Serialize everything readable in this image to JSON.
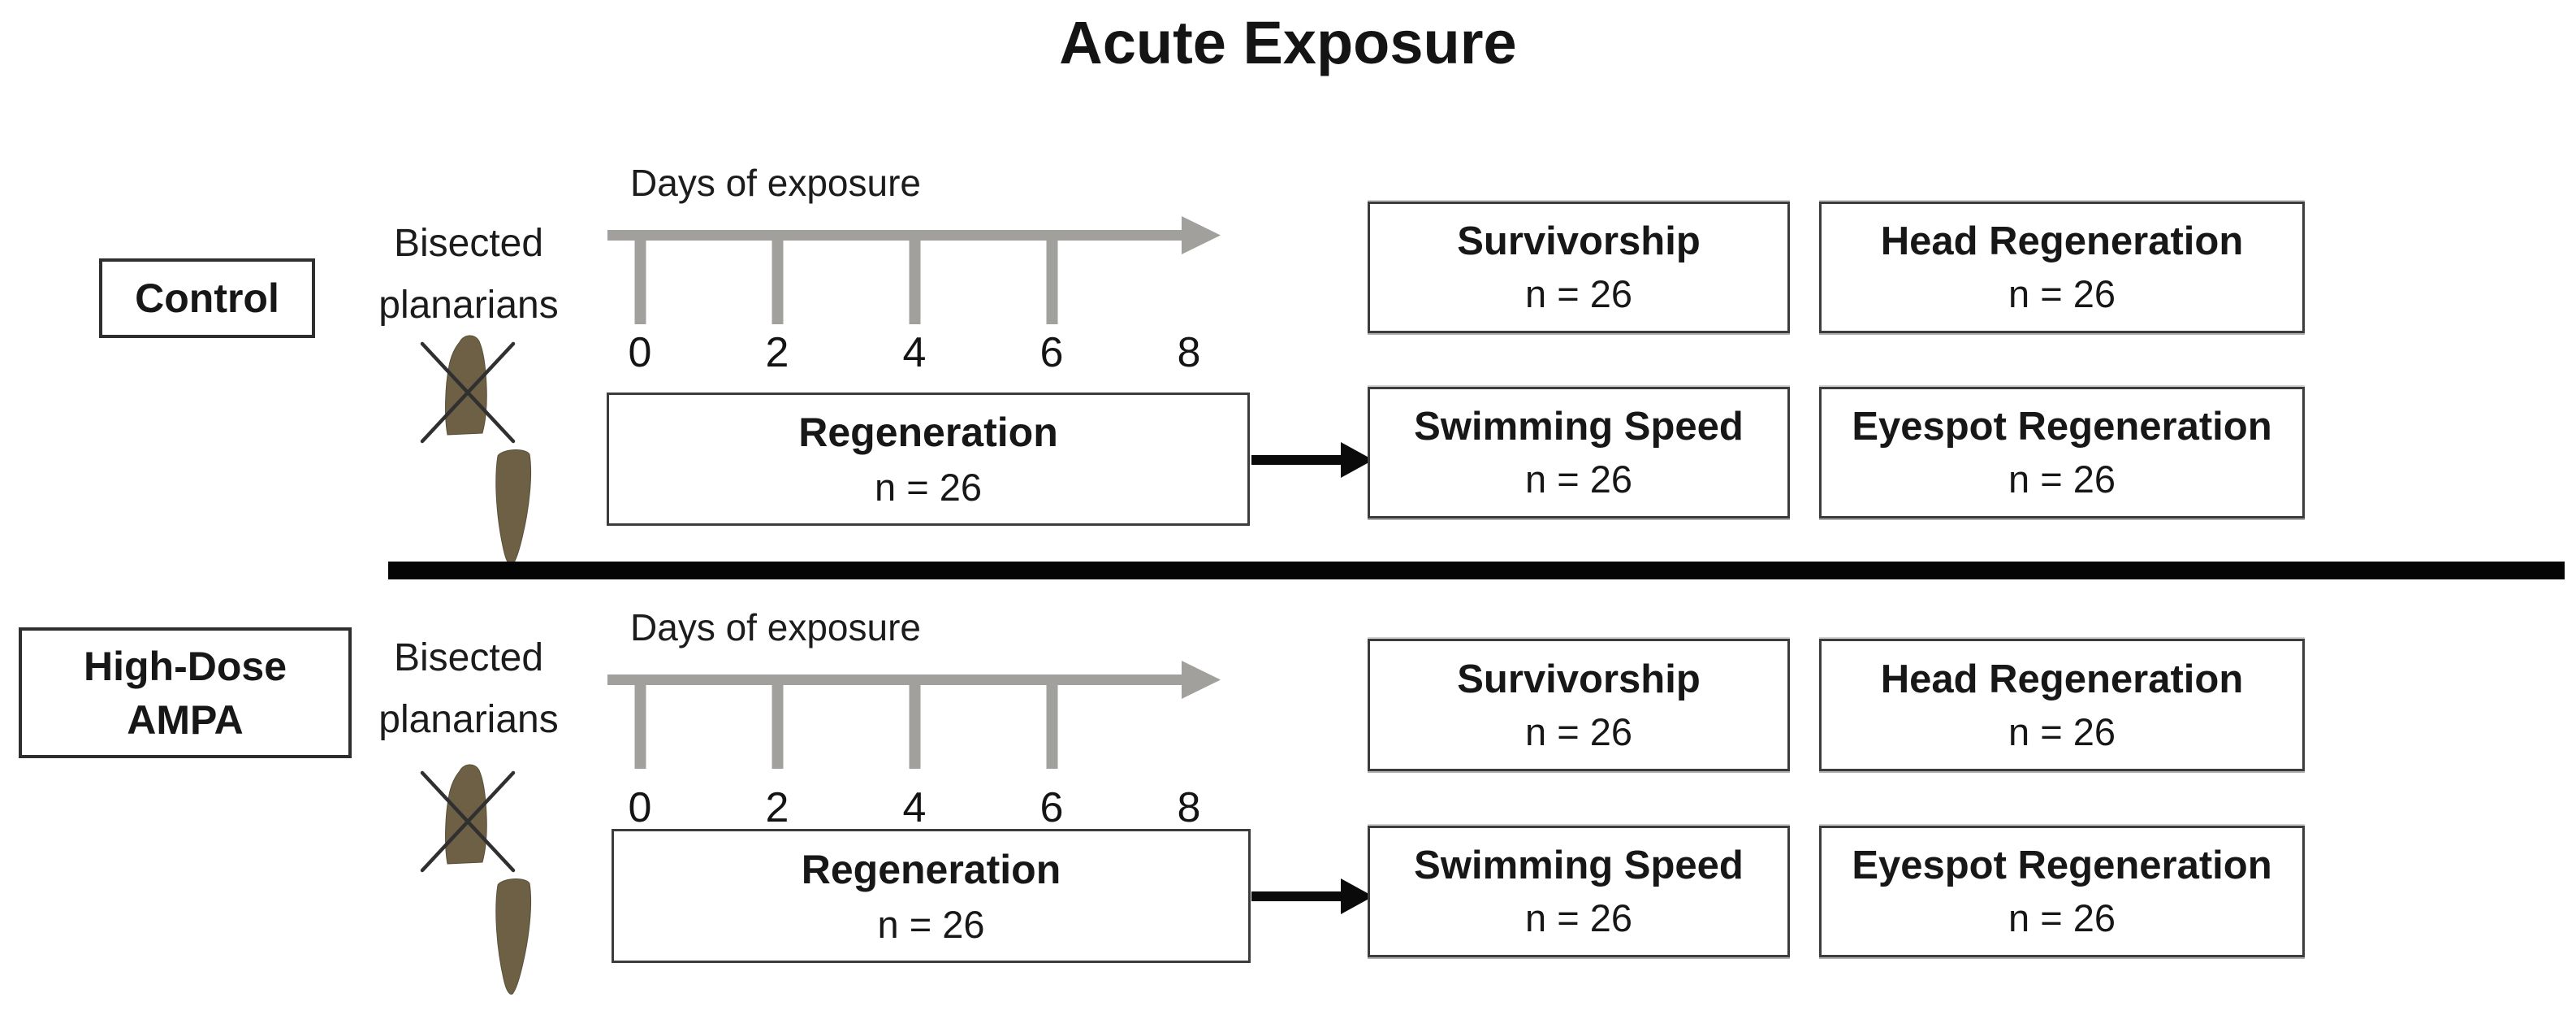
{
  "title": "Acute Exposure",
  "rows": [
    {
      "group": {
        "lines": [
          "Control"
        ]
      },
      "specimen_label": {
        "line1": "Bisected",
        "line2": "planarians"
      },
      "timeline": {
        "label": "Days of exposure",
        "tick_labels": [
          "0",
          "2",
          "4",
          "6",
          "8"
        ]
      },
      "regeneration_box": {
        "title": "Regeneration",
        "n": "n = 26"
      },
      "outcome_boxes": [
        {
          "title": "Survivorship",
          "n": "n = 26"
        },
        {
          "title": "Head Regeneration",
          "n": "n = 26"
        },
        {
          "title": "Swimming Speed",
          "n": "n = 26"
        },
        {
          "title": "Eyespot Regeneration",
          "n": "n = 26"
        }
      ]
    },
    {
      "group": {
        "lines": [
          "High-Dose",
          "AMPA"
        ]
      },
      "specimen_label": {
        "line1": "Bisected",
        "line2": "planarians"
      },
      "timeline": {
        "label": "Days of exposure",
        "tick_labels": [
          "0",
          "2",
          "4",
          "6",
          "8"
        ]
      },
      "regeneration_box": {
        "title": "Regeneration",
        "n": "n = 26"
      },
      "outcome_boxes": [
        {
          "title": "Survivorship",
          "n": "n = 26"
        },
        {
          "title": "Head Regeneration",
          "n": "n = 26"
        },
        {
          "title": "Swimming Speed",
          "n": "n = 26"
        },
        {
          "title": "Eyespot Regeneration",
          "n": "n = 26"
        }
      ]
    }
  ],
  "colors": {
    "timeline_gray": "#a1a09d",
    "planarian_brown": "#6d6044",
    "cross_out": "#303030",
    "divider_black": "#040404",
    "box_border": "#3c3c3c",
    "text": "#171717"
  }
}
